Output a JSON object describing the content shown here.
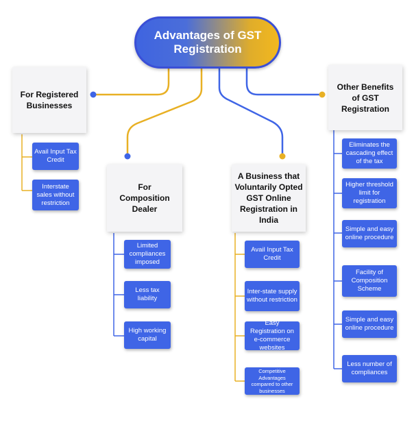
{
  "title": "Advantages of GST Registration",
  "colors": {
    "blue": "#3f65e6",
    "gold": "#e8b024",
    "card": "#f4f4f6"
  },
  "branches": [
    {
      "title": "For Registered Businesses",
      "items": [
        "Avail Input Tax Credit",
        "Interstate sales without restriction"
      ]
    },
    {
      "title": "For Composition Dealer",
      "items": [
        "Limited compliances imposed",
        "Less tax liability",
        "High working capital"
      ]
    },
    {
      "title": "A Business that Voluntarily Opted GST Online Registration in India",
      "items": [
        "Avail Input Tax Credit",
        "Inter-state supply without restriction",
        "Easy Registration on e-commerce websites",
        "Competitive Advantages compared to other businesses"
      ]
    },
    {
      "title": "Other Benefits of GST Registration",
      "items": [
        "Eliminates the cascading effect of the tax",
        "Higher threshold limit for registration",
        "Simple and easy online procedure",
        "Facility of Composition Scheme",
        "Simple and easy online procedure",
        "Less number of compliances"
      ]
    }
  ]
}
